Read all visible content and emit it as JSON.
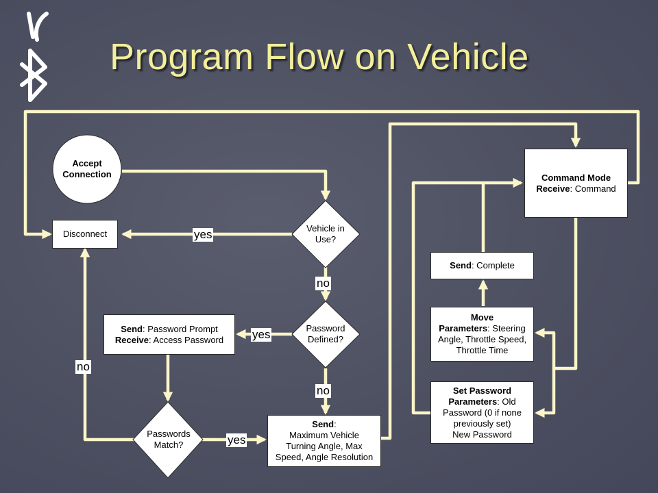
{
  "title": "Program Flow on Vehicle",
  "nodes": {
    "accept": {
      "lines": [
        "Accept",
        "Connection"
      ]
    },
    "disconnect": {
      "label": "Disconnect"
    },
    "vehicle_in_use": {
      "lines": [
        "Vehicle in",
        "Use?"
      ]
    },
    "password_defined": {
      "lines": [
        "Password",
        "Defined?"
      ]
    },
    "send_password_prompt": {
      "line1_bold": "Send",
      "line1_rest": ": Password Prompt",
      "line2_bold": "Receive",
      "line2_rest": ": Access Password"
    },
    "passwords_match": {
      "lines": [
        "Passwords",
        "Match?"
      ]
    },
    "send_params": {
      "bold": "Send",
      "bold_suffix": ":",
      "lines": [
        "Maximum Vehicle",
        "Turning Angle, Max",
        "Speed, Angle Resolution"
      ]
    },
    "command_mode": {
      "line1_bold": "Command Mode",
      "line2_bold": "Receive",
      "line2_rest": ": Command"
    },
    "send_complete": {
      "bold": "Send",
      "rest": ": Complete"
    },
    "move": {
      "bold_title": "Move",
      "bold": "Parameters",
      "rest_first": ": Steering",
      "lines": [
        "Angle, Throttle Speed,",
        "Throttle Time"
      ]
    },
    "set_password": {
      "bold_title": "Set Password",
      "bold": "Parameters",
      "rest_first": ": Old",
      "lines": [
        "Password (0 if none",
        "previously set)",
        "New Password"
      ]
    }
  },
  "edge_labels": {
    "in_use_yes": "yes",
    "in_use_no": "no",
    "defined_yes": "yes",
    "defined_no": "no",
    "match_no": "no",
    "match_yes": "yes"
  },
  "colors": {
    "background": "#4d5061",
    "title": "#f3ef9a",
    "arrow": "#fbf5c8",
    "box": "#ffffff"
  },
  "icons": {
    "logo": "bluetooth-rune-icon"
  }
}
